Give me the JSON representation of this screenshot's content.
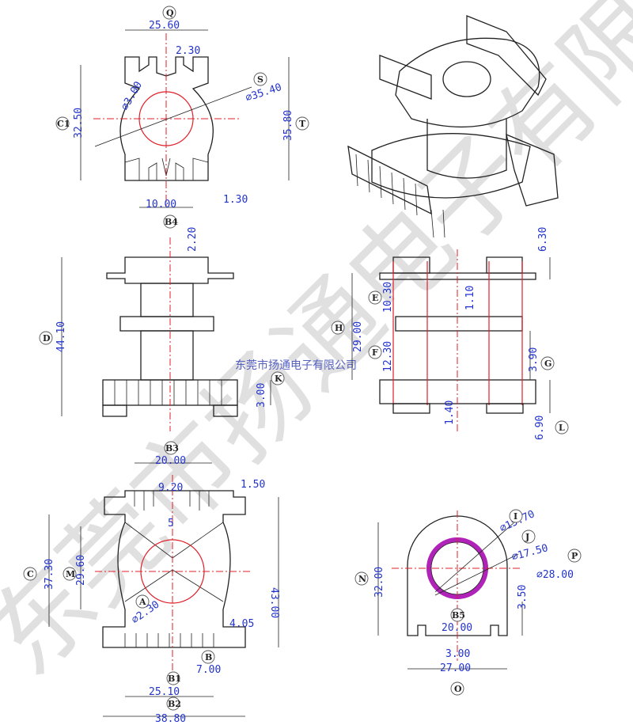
{
  "watermark": {
    "big_text": "东莞市扬通电子有限公司",
    "small_text": "东莞市扬通电子有限公司"
  },
  "top_left_view": {
    "dims": [
      "25.60",
      "2.30",
      "⌀3.00",
      "⌀35.40",
      "32.50",
      "35.80",
      "10.00",
      "1.30"
    ],
    "bubbles": [
      "Q",
      "S",
      "C1",
      "T",
      "B4"
    ]
  },
  "middle_left_view": {
    "dims": [
      "2.20",
      "44.10",
      "3.00"
    ],
    "bubbles": [
      "D",
      "K",
      "B3"
    ]
  },
  "middle_right_view": {
    "dims": [
      "6.30",
      "10.30",
      "1.10",
      "29.00",
      "12.30",
      "3.90",
      "1.40",
      "6.90"
    ],
    "bubbles": [
      "E",
      "H",
      "F",
      "G",
      "L"
    ]
  },
  "bottom_left_view": {
    "dims": [
      "20.00",
      "9.20",
      "1.50",
      "37.30",
      "29.60",
      "5",
      "43.00",
      "⌀2.30",
      "4.05",
      "7.00",
      "25.10",
      "38.80"
    ],
    "bubbles": [
      "C",
      "M",
      "A",
      "B",
      "B1",
      "B2"
    ]
  },
  "bottom_right_view": {
    "dims": [
      "⌀15.70",
      "⌀17.50",
      "⌀28.00",
      "32.00",
      "3.50",
      "20.00",
      "3.00",
      "27.00"
    ],
    "bubbles": [
      "I",
      "J",
      "P",
      "N",
      "B5",
      "O"
    ]
  }
}
